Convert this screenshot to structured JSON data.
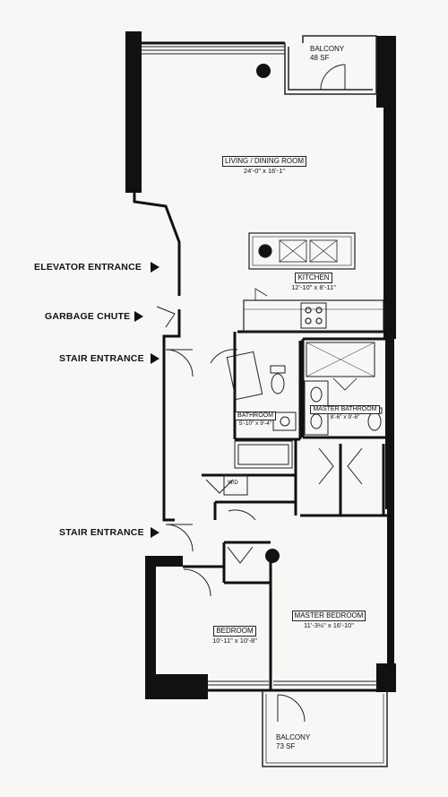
{
  "rooms": {
    "balcony_top": {
      "name": "BALCONY",
      "area": "48 SF"
    },
    "living": {
      "name": "LIVING / DINING ROOM",
      "dims": "24'-0\" x 16'-1\""
    },
    "kitchen": {
      "name": "KITCHEN",
      "dims": "12'-10\" x 8'-11\""
    },
    "bathroom": {
      "name": "BATHROOM",
      "dims": "5'-10\" x 9'-4\""
    },
    "master_bathroom": {
      "name": "MASTER BATHROOM",
      "dims": "8'-6\" x 9'-6\""
    },
    "bedroom": {
      "name": "BEDROOM",
      "dims": "10'-11\" x 10'-8\""
    },
    "master_bedroom": {
      "name": "MASTER BEDROOM",
      "dims": "11'-3½\" x 16'-10\""
    },
    "balcony_bottom": {
      "name": "BALCONY",
      "area": "73 SF"
    }
  },
  "exterior": {
    "elevator": "ELEVATOR ENTRANCE",
    "garbage": "GARBAGE CHUTE",
    "stair_1": "STAIR ENTRANCE",
    "stair_2": "STAIR ENTRANCE"
  },
  "appliance_labels": {
    "wd": "W/D"
  }
}
